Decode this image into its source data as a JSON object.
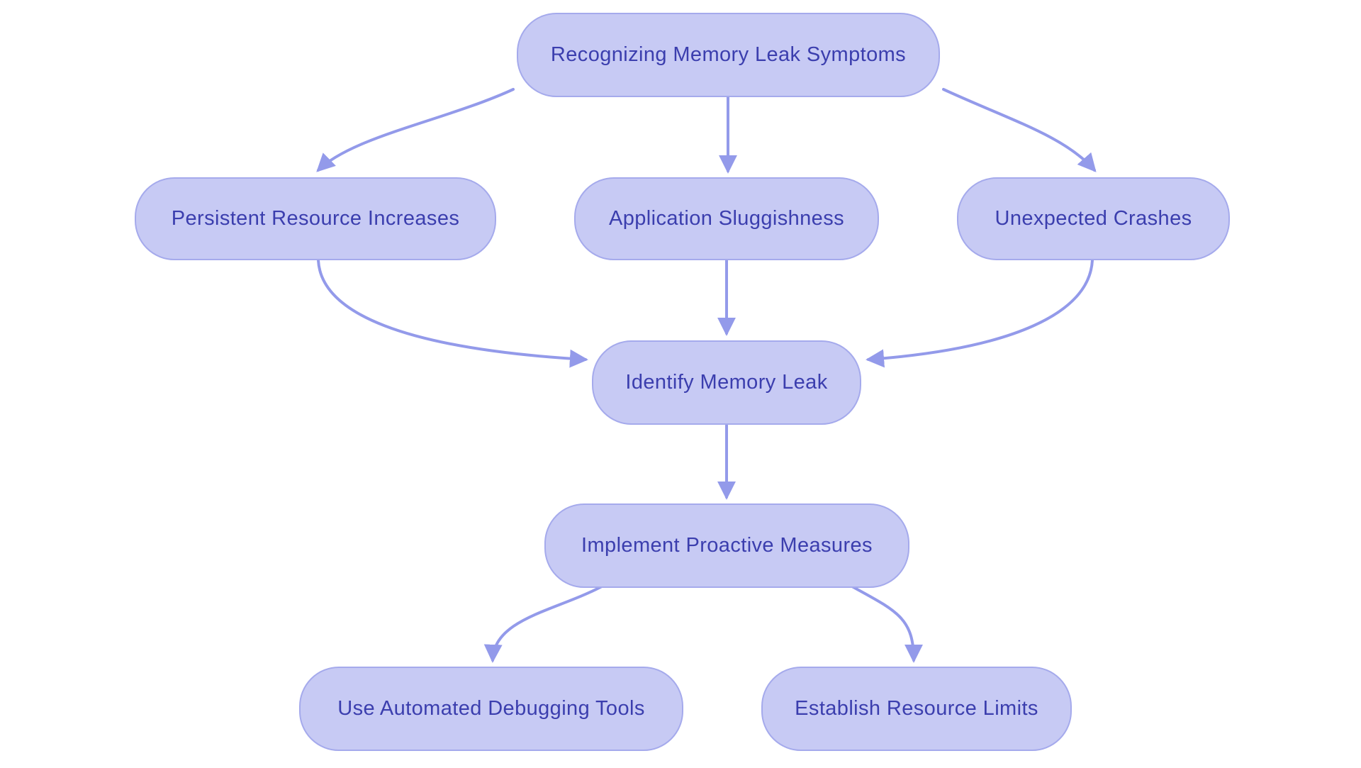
{
  "diagram": {
    "type": "flowchart",
    "direction": "top-down",
    "colors": {
      "background": "#ffffff",
      "node_fill": "#c7caf4",
      "node_border": "#a5aaec",
      "node_text": "#3b3eae",
      "arrow": "#939aea"
    },
    "nodes": [
      {
        "id": "symptoms",
        "label": "Recognizing Memory Leak Symptoms"
      },
      {
        "id": "persistent",
        "label": "Persistent Resource Increases"
      },
      {
        "id": "sluggish",
        "label": "Application Sluggishness"
      },
      {
        "id": "crashes",
        "label": "Unexpected Crashes"
      },
      {
        "id": "identify",
        "label": "Identify Memory Leak"
      },
      {
        "id": "implement",
        "label": "Implement Proactive Measures"
      },
      {
        "id": "tools",
        "label": "Use Automated Debugging Tools"
      },
      {
        "id": "limits",
        "label": "Establish Resource Limits"
      }
    ],
    "edges": [
      {
        "from": "symptoms",
        "to": "persistent"
      },
      {
        "from": "symptoms",
        "to": "sluggish"
      },
      {
        "from": "symptoms",
        "to": "crashes"
      },
      {
        "from": "persistent",
        "to": "identify"
      },
      {
        "from": "sluggish",
        "to": "identify"
      },
      {
        "from": "crashes",
        "to": "identify"
      },
      {
        "from": "identify",
        "to": "implement"
      },
      {
        "from": "implement",
        "to": "tools"
      },
      {
        "from": "implement",
        "to": "limits"
      }
    ]
  }
}
